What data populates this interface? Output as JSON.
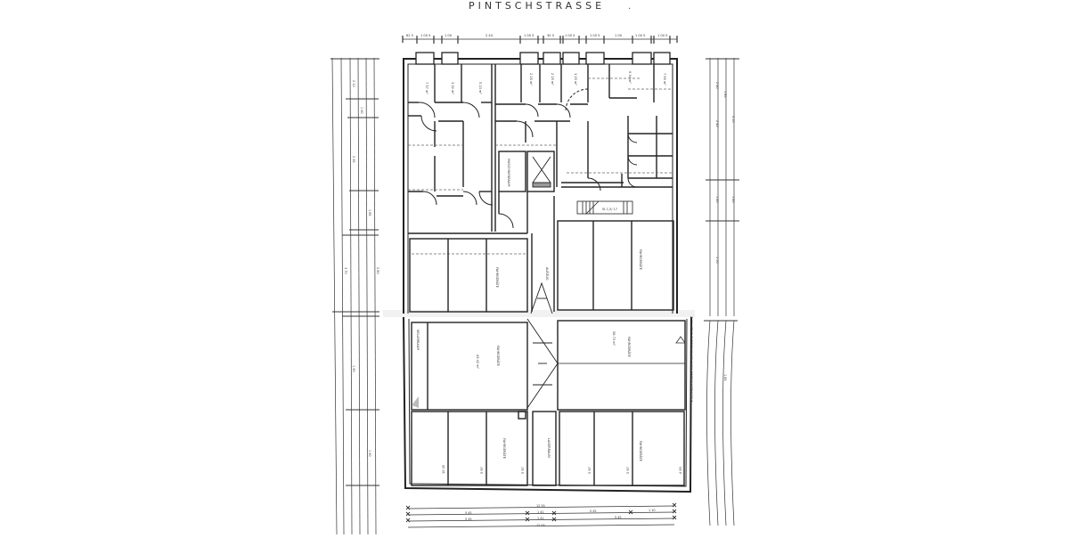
{
  "title": {
    "street_name": "PINTSCHSTRASSE",
    "dot": "."
  },
  "colors": {
    "line": "#222222",
    "thin": "#444444",
    "dash": "#666666",
    "paper": "#ffffff",
    "fold": "#eeeeee"
  },
  "top_dimensions": [
    "82 5",
    "1 00 5",
    "1 00",
    "2 44",
    "1 00 5",
    "30 5",
    "1 00 5",
    "1 00 5",
    "1 00",
    "1 00 5",
    "1 00 5"
  ],
  "bottom_dimensions": {
    "row1": [
      "12 55"
    ],
    "row2": [
      "5 45",
      "1 41",
      "5 45",
      "1 10"
    ],
    "row3": [
      "5 45",
      "1 41",
      "5 45"
    ],
    "row4": [
      "12 55"
    ]
  },
  "rooms": {
    "cellar_label": "FAHRGERÄTE",
    "left_cellar_label": "KELLERRAUM",
    "storage_label": "LAGERRAUM",
    "machine_room": "MASCHINENRAUM",
    "stair_label": "NEUBEAUFTRAGTE",
    "area_top_small": [
      "7 57 m²",
      "3 32 m²",
      "5 23 m²",
      "2 25 m²",
      "2 25 m²",
      "3 25 m²",
      "6 34 m²",
      "7 65 m²"
    ],
    "hall_area_left": "49 42 m²",
    "hall_area_right": "58 73 m²",
    "cellar_areas": [
      "10 45",
      "5 97",
      "5 97",
      "5 97",
      "5 97",
      "4 93"
    ],
    "aufzug": "AUFZUG",
    "stair_marker": "St 1,5/ 17"
  },
  "side_note": "ZUFAHRT ZUR TIEFGARAGE NACH PINTSCHSTRASSE 5",
  "left_dimensions": [
    "2 10",
    "1 90",
    "2 35",
    "1 85",
    "3 70",
    "2 80",
    "1 90",
    "1 90"
  ],
  "right_dimensions": [
    "2 40",
    "1 85",
    "2 40",
    "3 10",
    "1 80",
    "1 80",
    "1 10",
    "1 85"
  ]
}
